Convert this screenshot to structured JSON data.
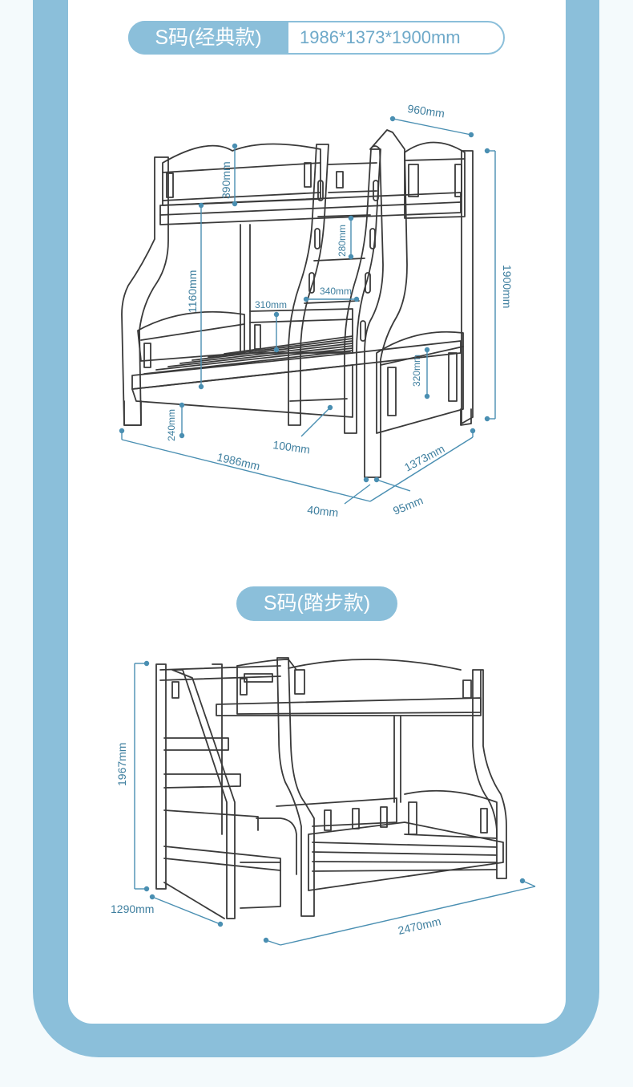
{
  "section1": {
    "title": "S码(经典款)",
    "dimensions": "1986*1373*1900mm",
    "labels": {
      "depth_top": "960mm",
      "height_total": "1900mm",
      "guard_height": "390mm",
      "clearance": "1160mm",
      "step_gap": "280mm",
      "step_width": "340mm",
      "rail_length": "310mm",
      "lower_guard": "320mm",
      "leg_height": "240mm",
      "step_offset": "100mm",
      "length": "1986mm",
      "width": "1373mm",
      "post_a": "40mm",
      "post_b": "95mm"
    }
  },
  "section2": {
    "title": "S码(踏步款)",
    "labels": {
      "height_total": "1967mm",
      "depth": "1290mm",
      "length": "2470mm"
    }
  },
  "colors": {
    "accent": "#8bbfda",
    "line": "#3a3a3a",
    "dimension": "#4a8fb2"
  }
}
